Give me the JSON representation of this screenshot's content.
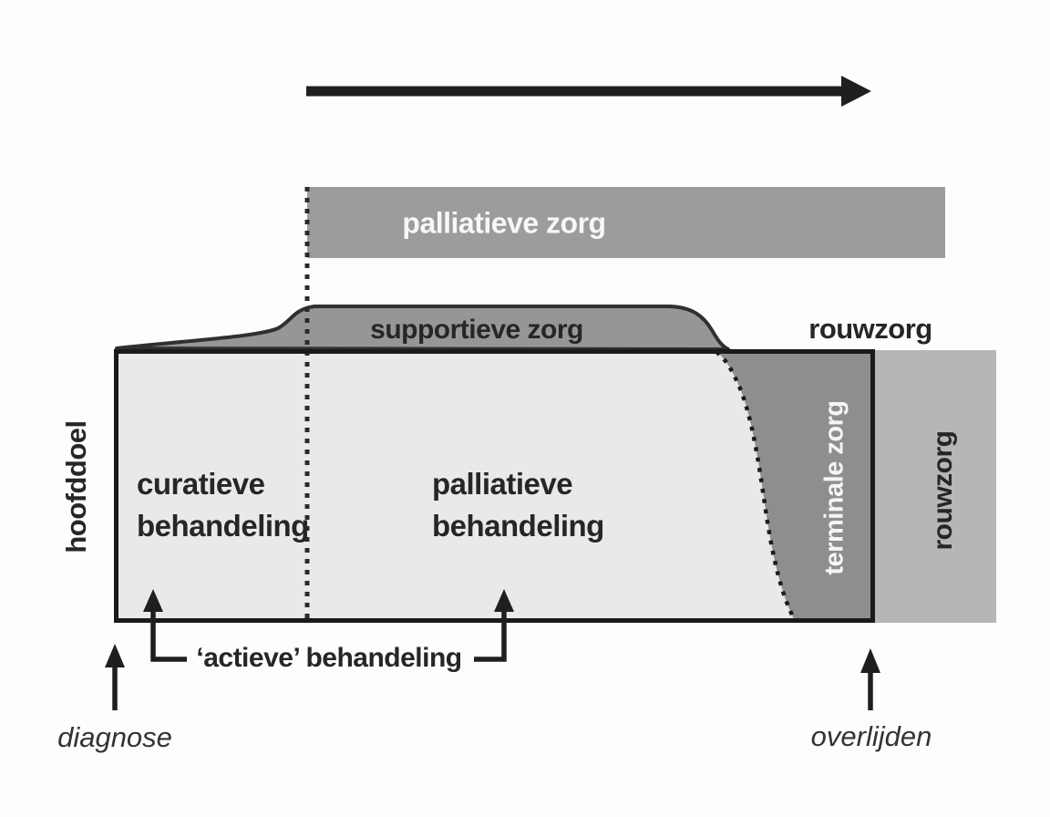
{
  "labels": {
    "palliative_care": "palliatieve zorg",
    "supportive_care": "supportieve zorg",
    "bereavement_top": "rouwzorg",
    "bereavement_side": "rouwzorg",
    "terminal_care": "terminale zorg",
    "main_goal": "hoofddoel",
    "curative_treatment": "curatieve\nbehandeling",
    "palliative_treatment": "palliatieve\nbehandeling",
    "active_treatment": "‘actieve’ behandeling",
    "diagnosis": "diagnose",
    "death": "overlijden"
  },
  "colors": {
    "background": "#fdfdfd",
    "palliative_bar": "#9c9c9c",
    "supportive_band_fill": "#969696",
    "supportive_band_stroke": "#303030",
    "main_box_fill": "#e9e9e9",
    "main_box_border": "#1a1a1a",
    "terminal_region": "#8e8e8e",
    "bereavement_panel": "#b6b6b6",
    "ink": "#1f1f1f",
    "bar_text": "#f7f7f7"
  }
}
